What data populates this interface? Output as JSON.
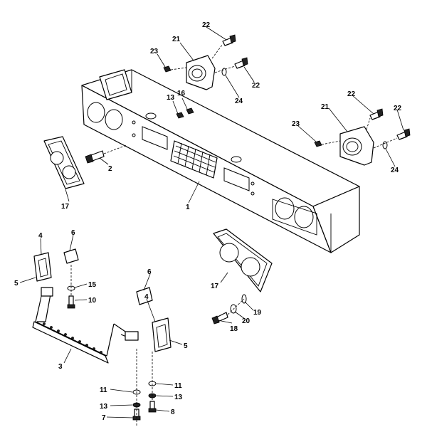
{
  "callouts": [
    {
      "id": "c1",
      "label": "1"
    },
    {
      "id": "c2",
      "label": "2"
    },
    {
      "id": "c3",
      "label": "3"
    },
    {
      "id": "c4a",
      "label": "4"
    },
    {
      "id": "c4b",
      "label": "4"
    },
    {
      "id": "c5a",
      "label": "5"
    },
    {
      "id": "c5b",
      "label": "5"
    },
    {
      "id": "c6a",
      "label": "6"
    },
    {
      "id": "c6b",
      "label": "6"
    },
    {
      "id": "c7",
      "label": "7"
    },
    {
      "id": "c8",
      "label": "8"
    },
    {
      "id": "c10",
      "label": "10"
    },
    {
      "id": "c11a",
      "label": "11"
    },
    {
      "id": "c11b",
      "label": "11"
    },
    {
      "id": "c13a",
      "label": "13"
    },
    {
      "id": "c13b",
      "label": "13"
    },
    {
      "id": "c13c",
      "label": "13"
    },
    {
      "id": "c15",
      "label": "15"
    },
    {
      "id": "c16",
      "label": "16"
    },
    {
      "id": "c17a",
      "label": "17"
    },
    {
      "id": "c17b",
      "label": "17"
    },
    {
      "id": "c18",
      "label": "18"
    },
    {
      "id": "c19",
      "label": "19"
    },
    {
      "id": "c20",
      "label": "20"
    },
    {
      "id": "c21a",
      "label": "21"
    },
    {
      "id": "c21b",
      "label": "21"
    },
    {
      "id": "c22a",
      "label": "22"
    },
    {
      "id": "c22b",
      "label": "22"
    },
    {
      "id": "c22c",
      "label": "22"
    },
    {
      "id": "c22d",
      "label": "22"
    },
    {
      "id": "c23a",
      "label": "23"
    },
    {
      "id": "c23b",
      "label": "23"
    },
    {
      "id": "c24a",
      "label": "24"
    },
    {
      "id": "c24b",
      "label": "24"
    }
  ]
}
